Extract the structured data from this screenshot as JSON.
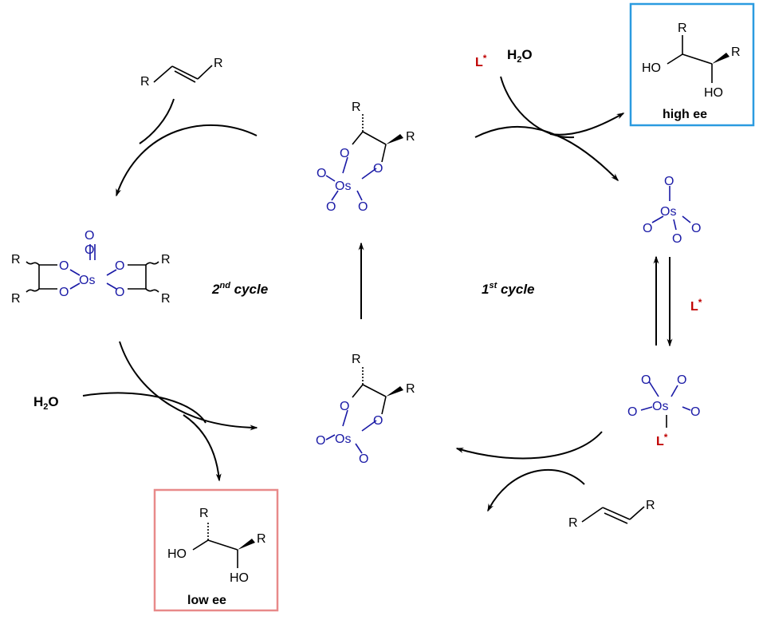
{
  "colors": {
    "osmium": "#1a1aa6",
    "ligand": "#c00000",
    "high_ee_box": "#2b9be0",
    "low_ee_box": "#e88a8a"
  },
  "labels": {
    "cycle2": "2",
    "cycle2_sup": "nd",
    "cycle2_rest": " cycle",
    "cycle1": "1",
    "cycle1_sup": "st",
    "cycle1_rest": " cycle",
    "high_ee": "high ee",
    "low_ee": "low ee"
  },
  "reagents": {
    "water_top_h": "H",
    "water_top_sub": "2",
    "water_top_o": "O",
    "water_left_h": "H",
    "water_left_sub": "2",
    "water_left_o": "O",
    "ligand_top": "L",
    "ligand_mid": "L",
    "ligand_complex": "L",
    "star": "*"
  },
  "atoms": {
    "R": "R",
    "O": "O",
    "Os": "Os",
    "HO": "HO"
  }
}
